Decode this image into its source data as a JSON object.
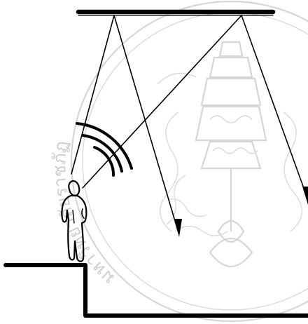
{
  "diagram": {
    "kind": "acoustic-reflection",
    "ink_color": "#000000",
    "watermark": {
      "text": "มหาวิทยาลัยราชภัฏ",
      "color": "#d0d0d0",
      "emblem": "royal-crown-seal"
    },
    "icons": {
      "listener": "person-icon",
      "source_waves": "sound-wave-arcs",
      "rays": "sound-ray-arrows"
    }
  }
}
